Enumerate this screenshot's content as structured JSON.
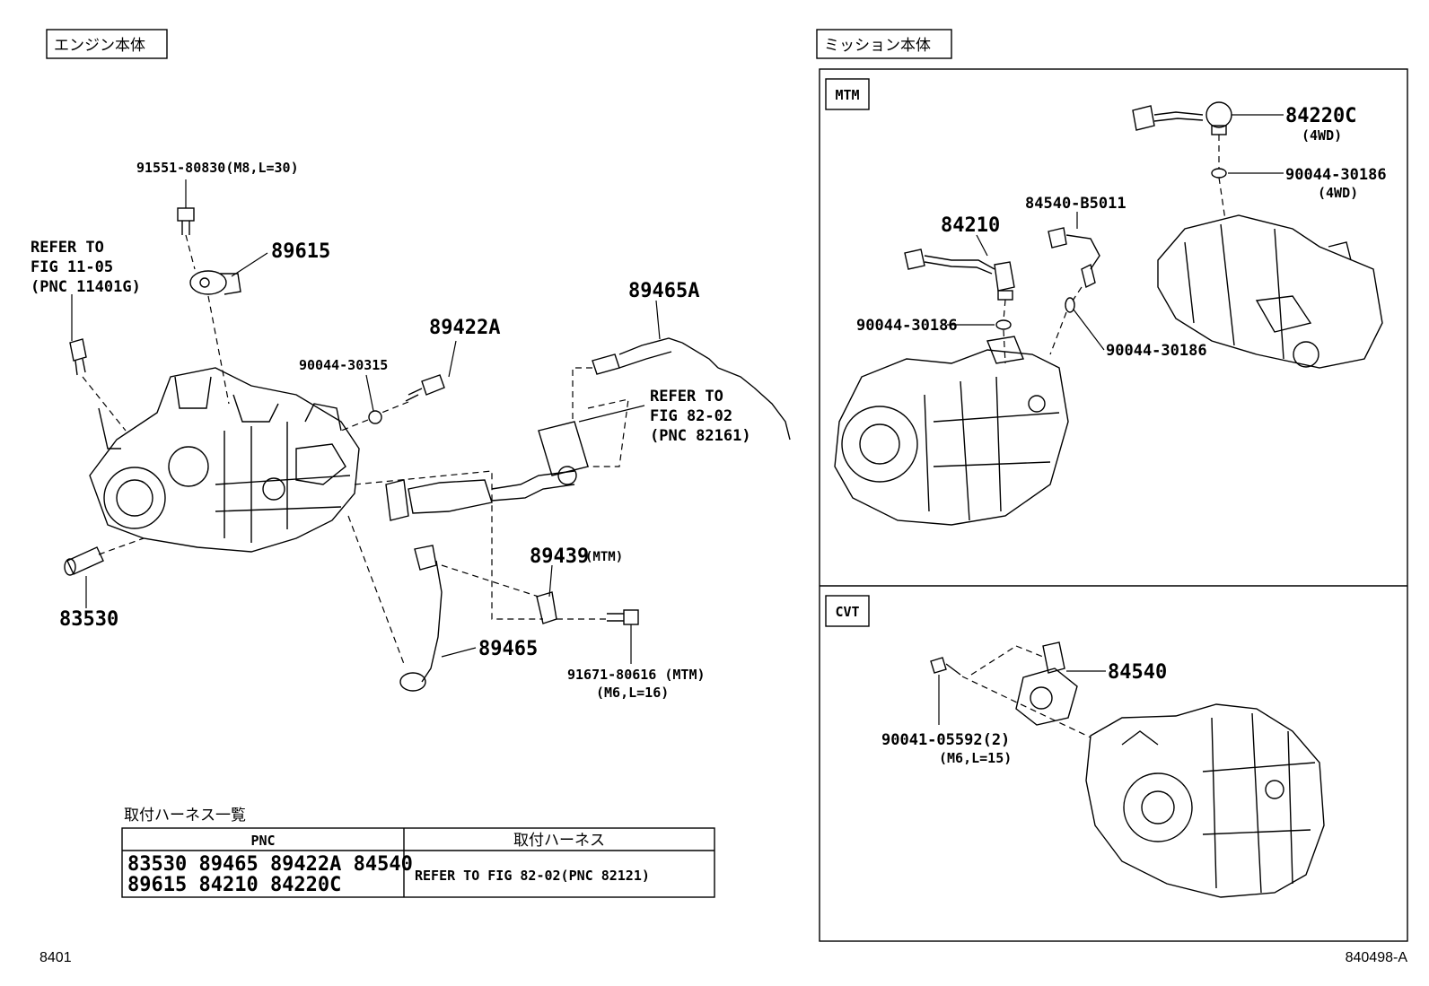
{
  "sections": {
    "engine": "エンジン本体",
    "mission": "ミッション本体",
    "mtm": "MTM",
    "cvt": "CVT"
  },
  "engine_labels": {
    "bolt_91551": "91551-80830(M8,L=30)",
    "refer_11_05_a": "REFER TO",
    "refer_11_05_b": "FIG 11-05",
    "refer_11_05_c": "(PNC 11401G)",
    "p89615": "89615",
    "p89422A": "89422A",
    "p90044_30315": "90044-30315",
    "p89465A": "89465A",
    "refer_82_02_a": "REFER TO",
    "refer_82_02_b": "FIG 82-02",
    "refer_82_02_c": "(PNC 82161)",
    "p89439": "89439",
    "p89439_note": "(MTM)",
    "p89465": "89465",
    "p83530": "83530",
    "bolt_91671": "91671-80616 (MTM)",
    "bolt_91671_spec": "(M6,L=16)"
  },
  "mtm_labels": {
    "p84220C": "84220C",
    "p84220C_note": "(4WD)",
    "p90044_30186_top": "90044-30186",
    "p90044_30186_top_note": "(4WD)",
    "p84540_B5011": "84540-B5011",
    "p84210": "84210",
    "p90044_30186_left": "90044-30186",
    "p90044_30186_right": "90044-30186"
  },
  "cvt_labels": {
    "p84540": "84540",
    "p90041": "90041-05592(2)",
    "p90041_spec": "(M6,L=15)"
  },
  "harness_table": {
    "caption": "取付ハーネス一覧",
    "header_pnc": "PNC",
    "header_harness": "取付ハーネス",
    "pnc_line1": "83530 89465 89422A 84540",
    "pnc_line2": "89615 84210 84220C",
    "harness_value": "REFER TO FIG 82-02(PNC 82121)"
  },
  "footer": {
    "left_code": "8401",
    "right_code": "840498-A"
  }
}
